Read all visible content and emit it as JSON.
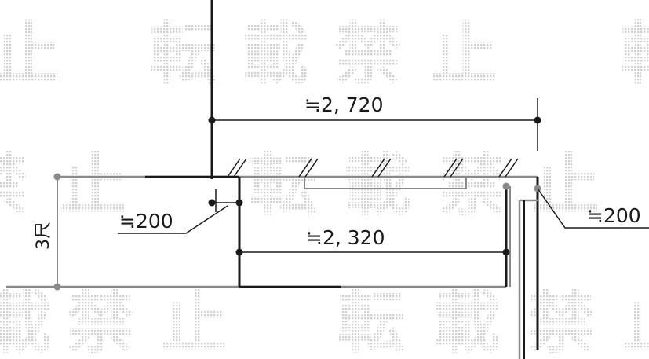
{
  "colors": {
    "line_dark": "#1a1a1a",
    "line_gray": "#8a8a8a",
    "watermark": "#d6d6d6",
    "background": "#ffffff"
  },
  "watermark": {
    "glyphs_top": [
      "止",
      "転",
      "載",
      "禁",
      "止",
      "転"
    ],
    "glyphs_mid": [
      "禁",
      "止",
      "転",
      "載",
      "禁",
      "止"
    ],
    "glyphs_bottom": [
      "載",
      "禁",
      "止",
      "転",
      "載",
      "禁",
      "止"
    ]
  },
  "dimensions": {
    "top_width": "≒2, 720",
    "inner_width": "≒2, 320",
    "left_offset": "≒200",
    "right_offset": "≒200",
    "side_height": "3尺"
  }
}
